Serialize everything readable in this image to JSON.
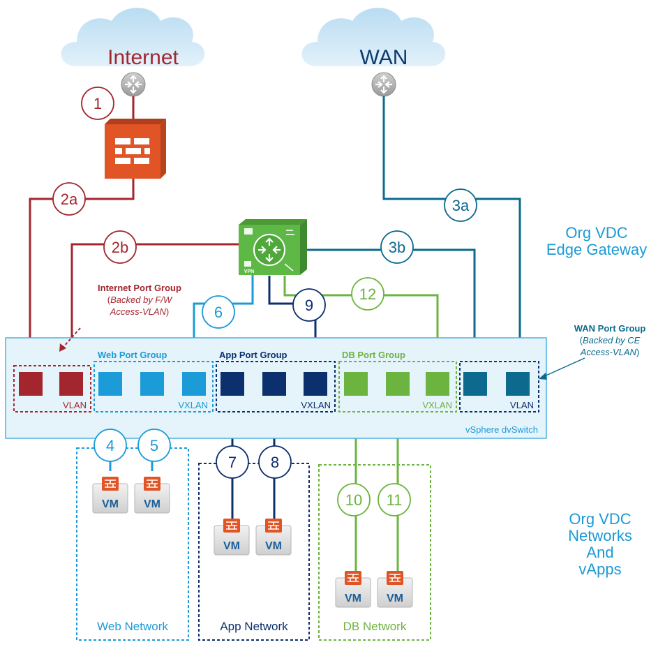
{
  "clouds": {
    "internet": "Internet",
    "wan": "WAN"
  },
  "edge_gateway_label": "Org VDC\nEdge Gateway",
  "org_networks_label": "Org VDC\nNetworks\nAnd\nvApps",
  "internet_port_group": {
    "title": "Internet Port Group",
    "note_line1": "Backed by F/W",
    "note_line2": "Access-VLAN"
  },
  "wan_port_group": {
    "title": "WAN Port Group",
    "note_line1": "Backed by CE",
    "note_line2": "Access-VLAN"
  },
  "dvswitch": {
    "label": "vSphere dvSwitch",
    "groups": {
      "web": "Web Port Group",
      "app": "App Port Group",
      "db": "DB Port Group"
    },
    "tags": {
      "internet": "VLAN",
      "web": "VXLAN",
      "app": "VXLAN",
      "db": "VXLAN",
      "wan": "VLAN"
    }
  },
  "connections": [
    "1",
    "2a",
    "2b",
    "3a",
    "3b",
    "4",
    "5",
    "6",
    "7",
    "8",
    "9",
    "10",
    "11",
    "12"
  ],
  "vm_label": "VM",
  "gateway_vpn_label": "VPN",
  "networks": {
    "web": "Web Network",
    "app": "App Network",
    "db": "DB Network"
  },
  "colors": {
    "internet": "#a3262f",
    "web": "#1b9bd7",
    "app": "#0c2f6e",
    "db": "#6bb43f",
    "wan": "#0b6a8e",
    "firewall": "#e05425",
    "gateway": "#5db846",
    "switch_fill": "#e5f3fa",
    "switch_border": "#4cb2df",
    "cloud": "#cfe6f5"
  }
}
